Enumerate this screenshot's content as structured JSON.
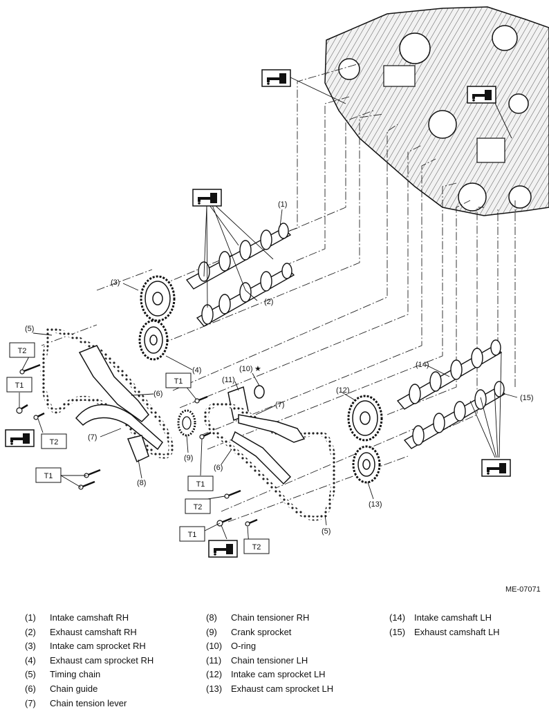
{
  "figure_id": "ME-07071",
  "callouts": {
    "c1": "(1)",
    "c2": "(2)",
    "c3": "(3)",
    "c4": "(4)",
    "c5a": "(5)",
    "c5b": "(5)",
    "c6a": "(6)",
    "c6b": "(6)",
    "c7a": "(7)",
    "c7b": "(7)",
    "c8": "(8)",
    "c9": "(9)",
    "c10": "(10)",
    "c11": "(11)",
    "c12": "(12)",
    "c13": "(13)",
    "c14": "(14)",
    "c15": "(15)",
    "star": "★"
  },
  "torque_labels": {
    "t2_a": "T2",
    "t1_a": "T1",
    "t2_b": "T2",
    "t1_b": "T1",
    "t1_c": "T1",
    "t1_d": "T1",
    "t2_c": "T2",
    "t1_e": "T1",
    "t2_d": "T2"
  },
  "legend": [
    {
      "num": "(1)",
      "label": "Intake camshaft RH"
    },
    {
      "num": "(2)",
      "label": "Exhaust camshaft RH"
    },
    {
      "num": "(3)",
      "label": "Intake cam sprocket RH"
    },
    {
      "num": "(4)",
      "label": "Exhaust cam sprocket RH"
    },
    {
      "num": "(5)",
      "label": "Timing chain"
    },
    {
      "num": "(6)",
      "label": "Chain guide"
    },
    {
      "num": "(7)",
      "label": "Chain tension lever"
    },
    {
      "num": "(8)",
      "label": "Chain tensioner RH"
    },
    {
      "num": "(9)",
      "label": "Crank sprocket"
    },
    {
      "num": "(10)",
      "label": "O-ring"
    },
    {
      "num": "(11)",
      "label": "Chain tensioner LH"
    },
    {
      "num": "(12)",
      "label": "Intake cam sprocket LH"
    },
    {
      "num": "(13)",
      "label": "Exhaust cam sprocket LH"
    },
    {
      "num": "(14)",
      "label": "Intake camshaft LH"
    },
    {
      "num": "(15)",
      "label": "Exhaust camshaft LH"
    }
  ]
}
